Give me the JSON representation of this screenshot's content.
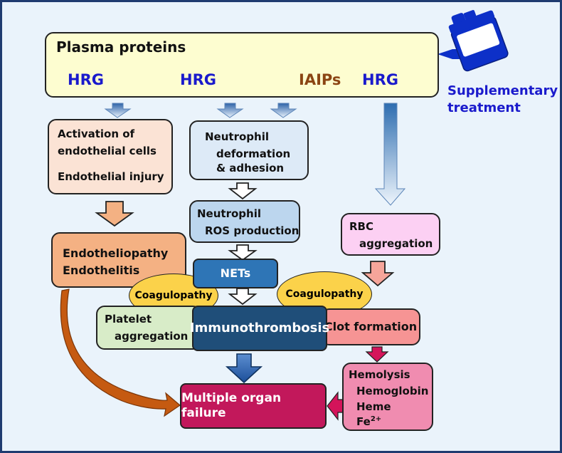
{
  "plasma": {
    "title": "Plasma proteins",
    "hrg1": "HRG",
    "hrg2": "HRG",
    "iaips": "IAIPs",
    "hrg3": "HRG"
  },
  "supplementary": {
    "line1": "Supplementary",
    "line2": "treatment"
  },
  "endothelial": {
    "line1": "Activation of",
    "line2": "endothelial cells",
    "line3": "Endothelial injury"
  },
  "neutrophil_def": {
    "line1": "Neutrophil",
    "line2": "deformation",
    "line3": "& adhesion"
  },
  "neutrophil_ros": {
    "line1": "Neutrophil",
    "line2": "ROS production"
  },
  "rbc": {
    "line1": "RBC",
    "line2": "aggregation"
  },
  "endotheliopathy": {
    "line1": "Endotheliopathy",
    "line2": "Endothelitis"
  },
  "nets": "NETs",
  "coagulopathy_left": "Coagulopathy",
  "coagulopathy_right": "Coagulopathy",
  "platelet": {
    "line1": "Platelet",
    "line2": "aggregation"
  },
  "immunothrombosis": "Immunothrombosis",
  "clot": "Clot formation",
  "hemolysis": {
    "line1": "Hemolysis",
    "line2": "Hemoglobin",
    "line3": "Heme",
    "line4_base": "Fe",
    "line4_sup": "2+"
  },
  "mof": "Multiple organ failure",
  "colors": {
    "navy": "#1f3b70",
    "blue_text": "#1a1acc",
    "brown_text": "#8b4513",
    "plasma_fill": "#fdfdd0",
    "peach": "#fbe3d5",
    "light_blue": "#ddeaf7",
    "mid_blue": "#bcd6ee",
    "pink": "#fcd0f3",
    "salmon": "#f4b183",
    "nets_blue": "#2e75b6",
    "coag_yellow": "#fbd24a",
    "platelet_green": "#d8ecc8",
    "immuno_navy": "#1f4e79",
    "clot_red": "#f69494",
    "hemo_pink": "#f08cb0",
    "mof_magenta": "#c2185b",
    "orange_arrow": "#c55a11"
  },
  "icons": [
    "supplement-bottle-icon"
  ]
}
